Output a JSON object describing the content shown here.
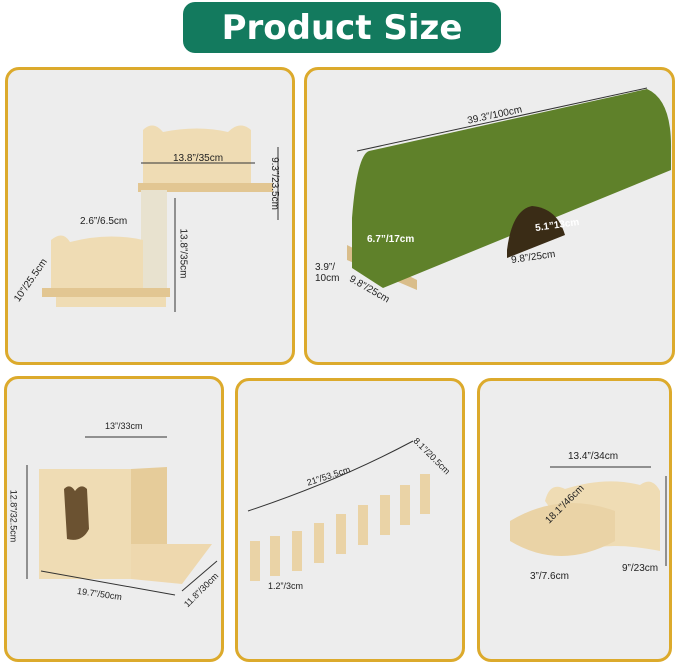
{
  "title": "Product Size",
  "colors": {
    "title_bg": "#137a5e",
    "border": "#dcaa2c",
    "panel_bg": "#ededed",
    "wood": "#ead3a6",
    "felt": "#5e7f2a"
  },
  "panels": [
    {
      "name": "two-tier-shelf",
      "labels": [
        "13.8”/35cm",
        "9.3”/23.5cm",
        "2.6”/6.5cm",
        "13.8”/35cm",
        "10”/25.5cm"
      ]
    },
    {
      "name": "felt-tunnel",
      "labels": [
        "39.3”/100cm",
        "6.7”/17cm",
        "5.1”13cm",
        "9.8”/25cm",
        "3.9”/ 10cm",
        "9.8”/25cm"
      ]
    },
    {
      "name": "cat-house",
      "labels": [
        "13”/33cm",
        "12.8”/32.5cm",
        "19.7”/50cm",
        "11.8”/30cm"
      ]
    },
    {
      "name": "bridge",
      "labels": [
        "21”/53.5cm",
        "8.1”/20.5cm",
        "1.2”/3cm"
      ]
    },
    {
      "name": "bowl-bed",
      "labels": [
        "13.4”/34cm",
        "18.1”/46cm",
        "3”/7.6cm",
        "9”/23cm"
      ]
    }
  ]
}
